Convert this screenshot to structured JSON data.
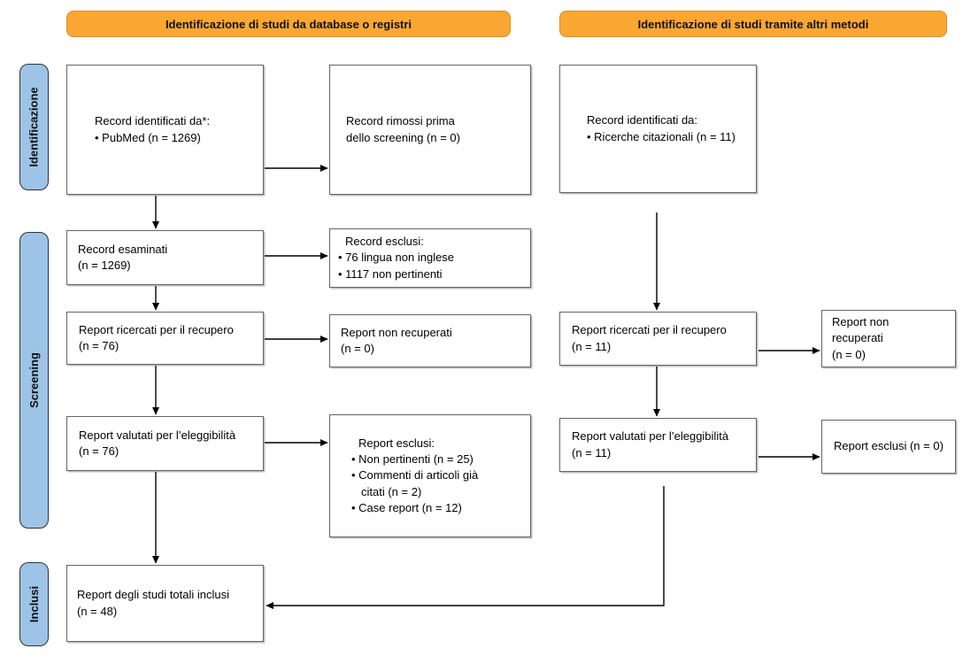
{
  "diagram": {
    "headers": {
      "database": "Identificazione di studi da database o registri",
      "other_methods": "Identificazione di studi tramite altri metodi"
    },
    "stages": {
      "identification": "Identificazione",
      "screening": "Screening",
      "included": "Inclusi"
    },
    "boxes": {
      "records_identified_db": {
        "lines": [
          "Record identificati da*:",
          "• PubMed (n = 1269)"
        ]
      },
      "records_removed_before_screening": {
        "lines": [
          "Record rimossi prima",
          "dello screening (n = 0)"
        ]
      },
      "records_identified_other": {
        "lines": [
          "Record identificati da:",
          "• Ricerche citazionali (n = 11)"
        ]
      },
      "records_screened": {
        "lines": [
          "Record esaminati",
          "(n = 1269)"
        ]
      },
      "records_excluded": {
        "lines": [
          "Record esclusi:",
          "• 76 lingua non inglese",
          "• 1117 non pertinenti"
        ]
      },
      "reports_sought_db": {
        "lines": [
          "Report ricercati per il recupero",
          "(n = 76)"
        ]
      },
      "reports_not_retrieved_db": {
        "lines": [
          "Report non recuperati",
          "(n = 0)"
        ]
      },
      "reports_sought_other": {
        "lines": [
          "Report ricercati per il recupero",
          "(n = 11)"
        ]
      },
      "reports_not_retrieved_other": {
        "lines": [
          "Report non",
          "recuperati",
          "(n = 0)"
        ]
      },
      "reports_assessed_db": {
        "lines": [
          "Report valutati per l’eleggibilità",
          "(n = 76)"
        ]
      },
      "reports_excluded_db": {
        "lines": [
          "Report esclusi:",
          "• Non pertinenti (n = 25)",
          "• Commenti di articoli già",
          "citati (n = 2)",
          "• Case report (n = 12)"
        ]
      },
      "reports_assessed_other": {
        "lines": [
          "Report valutati per l’eleggibilità",
          "(n = 11)"
        ]
      },
      "reports_excluded_other": {
        "lines": [
          "Report esclusi (n = 0)"
        ]
      },
      "studies_included": {
        "lines": [
          "Report degli studi totali inclusi",
          "(n = 48)"
        ]
      }
    },
    "colors": {
      "header_fill": "#F9A732",
      "header_border": "#DD8E1E",
      "stage_fill": "#9DC3E6",
      "stage_border": "#2F3338",
      "box_border": "#646464",
      "arrow": "#000000",
      "background": "#FFFFFF"
    }
  }
}
